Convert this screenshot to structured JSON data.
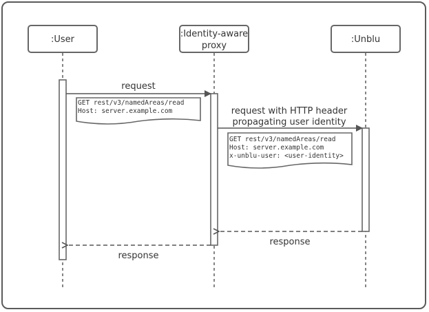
{
  "participants": [
    {
      "id": "user",
      "lines": [
        ":User"
      ]
    },
    {
      "id": "proxy",
      "lines": [
        ":Identity-aware",
        "proxy"
      ]
    },
    {
      "id": "unblu",
      "lines": [
        ":Unblu"
      ]
    }
  ],
  "messages": {
    "request1": {
      "label": [
        "request"
      ],
      "note": [
        "GET rest/v3/namedAreas/read",
        "Host: server.example.com"
      ]
    },
    "request2": {
      "label": [
        "request with HTTP header",
        "propagating user identity"
      ],
      "note": [
        "GET rest/v3/namedAreas/read",
        "Host: server.example.com",
        "x-unblu-user: <user-identity>"
      ]
    },
    "response1": {
      "label": [
        "response"
      ]
    },
    "response2": {
      "label": [
        "response"
      ]
    }
  },
  "colors": {
    "stroke": "#666666",
    "text": "#333333"
  }
}
